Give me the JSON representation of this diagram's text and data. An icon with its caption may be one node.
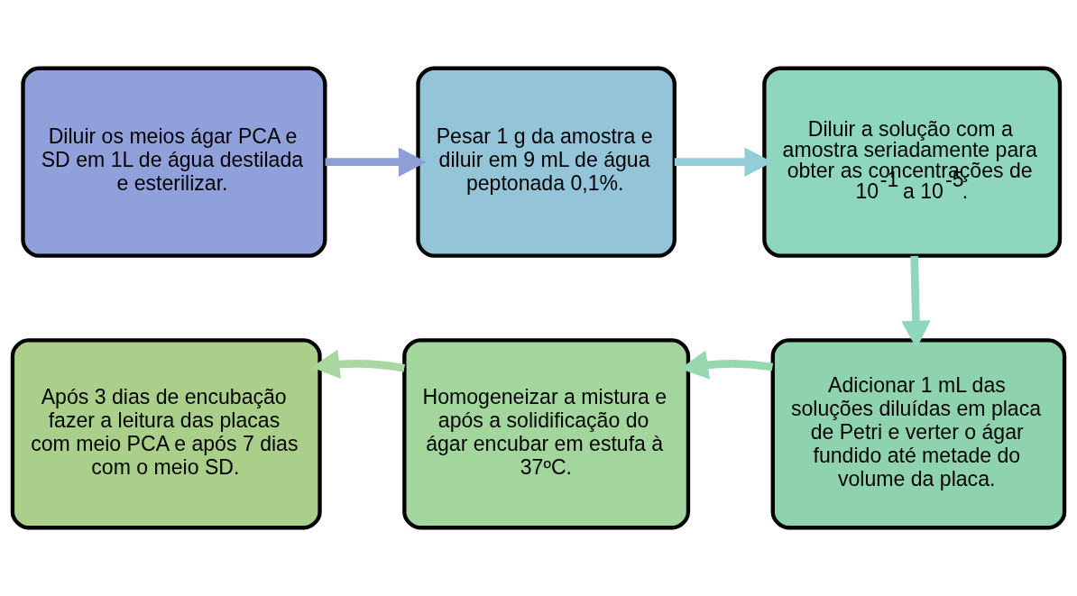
{
  "diagram": {
    "nodes": [
      {
        "text": [
          "Diluir os meios ágar PCA e SD em 1L de água destilada e esterilizar."
        ]
      },
      {
        "text": [
          "Pesar 1 g da amostra e diluir em 9 mL de água peptonada 0,1%."
        ]
      },
      {
        "text": [
          "Diluir a solução com a amostra seriadamente para obter as concentrações de 10$^{-1}$ a 10$^{-5}$."
        ]
      },
      {
        "text": [
          "Adicionar 1 mL das soluções diluídas em placa de Petri e verter o ágar fundido até metade do volume da placa."
        ]
      },
      {
        "text": [
          "Homogeneizar a mistura e após a solidificação do ágar encubar em estufa à 37ºC."
        ]
      },
      {
        "text": [
          "Após 3 dias de encubação fazer a leitura das placas com meio PCA e após 7 dias com o meio SD."
        ]
      }
    ],
    "edges": [
      {
        "from": 0,
        "to": 1,
        "arrow": "to",
        "color": "#8e9fd8"
      },
      {
        "from": 1,
        "to": 2,
        "arrow": "to",
        "color": "#93cdd8"
      },
      {
        "from": 2,
        "to": 3,
        "arrow": "to",
        "color": "#8fd6bd"
      },
      {
        "from": 3,
        "to": 4,
        "arrow": "to",
        "color": "#97d8ae"
      },
      {
        "from": 4,
        "to": 5,
        "arrow": "to",
        "color": "#a8d8a0"
      }
    ]
  }
}
